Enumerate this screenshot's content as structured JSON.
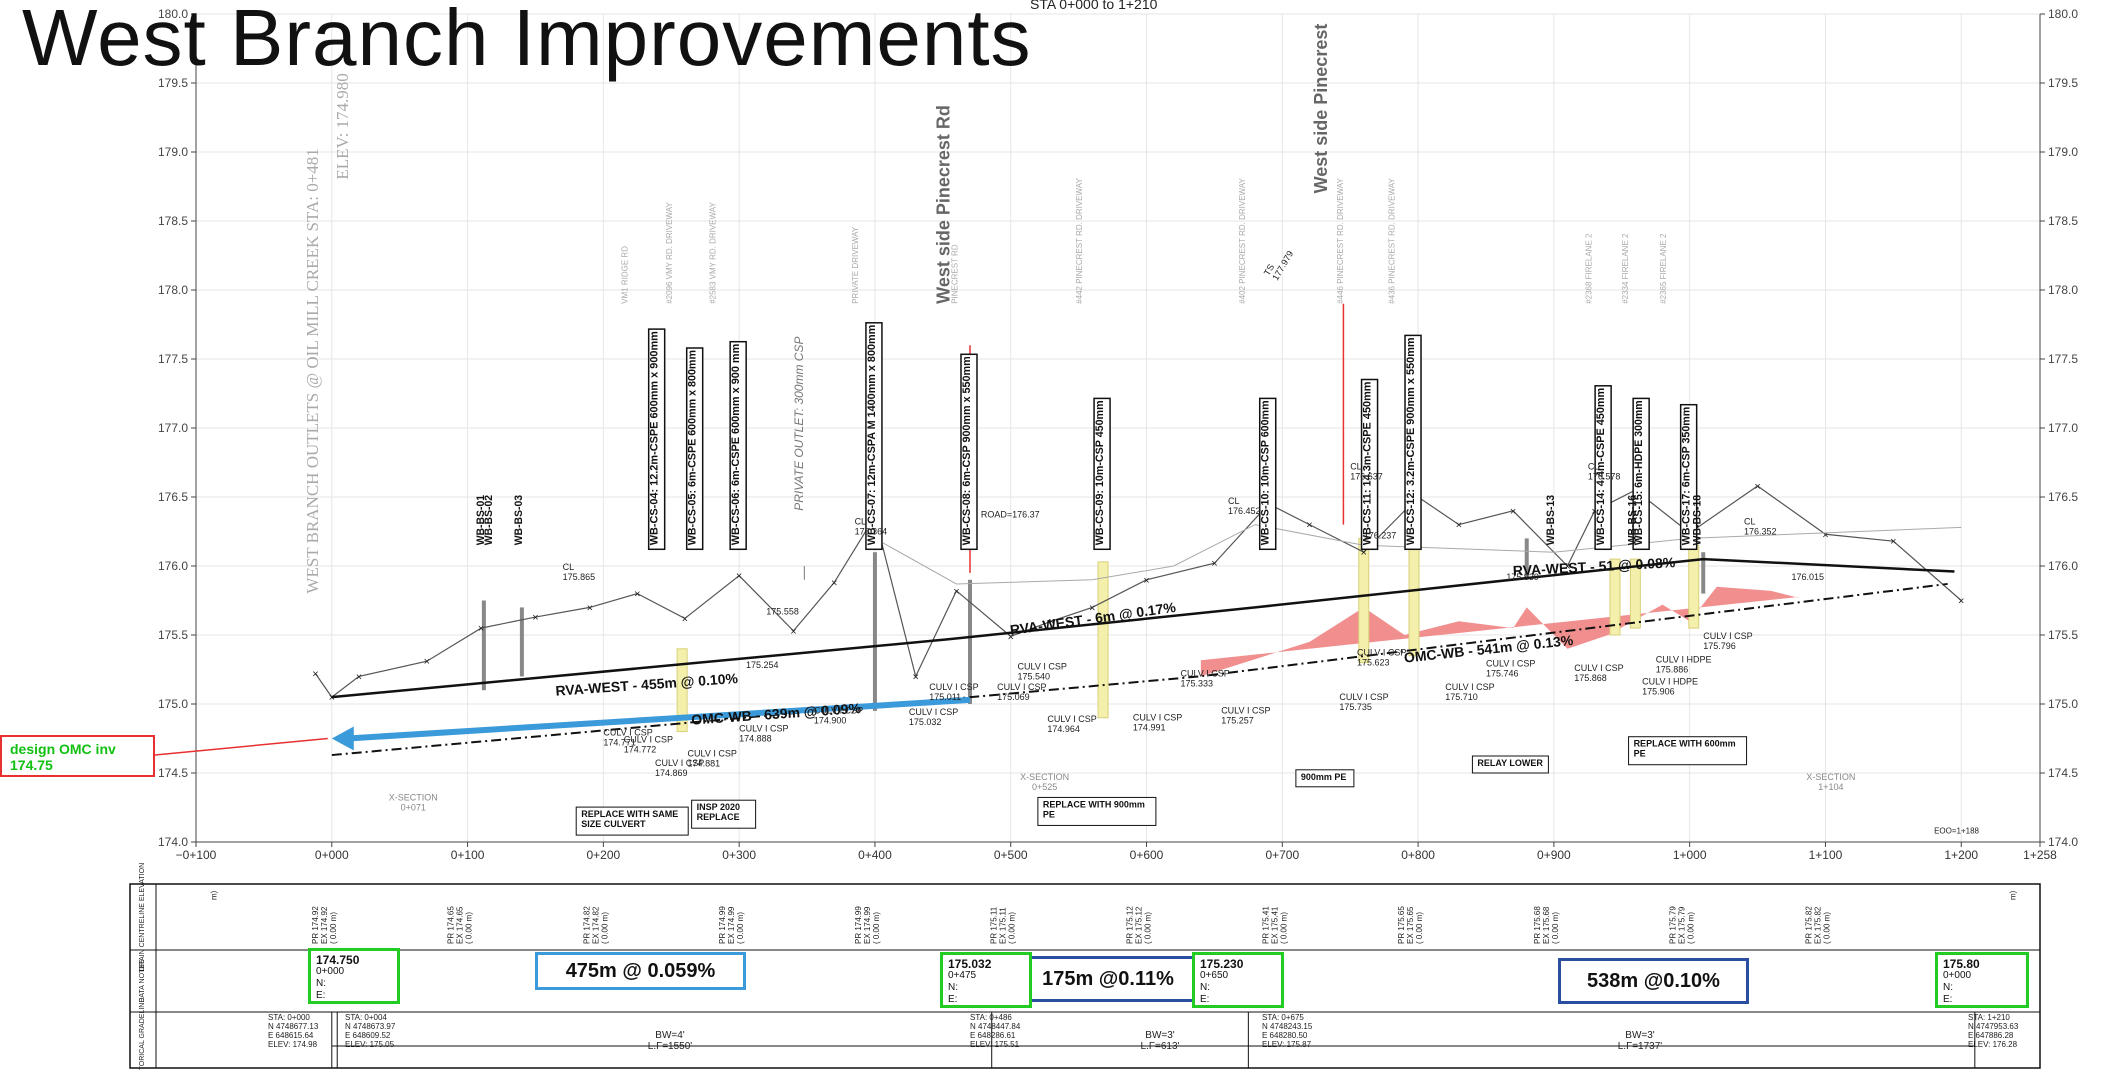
{
  "title": "West Branch Improvements",
  "header_small": "STA 0+000 to 1+210",
  "chart_data": {
    "type": "profile",
    "y_ticks": [
      "180.0",
      "179.5",
      "179.0",
      "178.5",
      "178.0",
      "177.5",
      "177.0",
      "176.5",
      "176.0",
      "175.5",
      "175.0",
      "174.5",
      "174.0"
    ],
    "ylim": [
      174.0,
      180.0
    ],
    "x_ticks": [
      "−0+100",
      "0+000",
      "0+100",
      "0+200",
      "0+300",
      "0+400",
      "0+500",
      "0+600",
      "0+700",
      "0+800",
      "0+900",
      "1+000",
      "1+100",
      "1+200",
      "1+258"
    ],
    "xlim": [
      -100,
      1258
    ],
    "existing_ground": [
      [
        -12,
        175.22
      ],
      [
        0,
        175.05
      ],
      [
        20,
        175.2
      ],
      [
        70,
        175.31
      ],
      [
        110,
        175.55
      ],
      [
        150,
        175.63
      ],
      [
        190,
        175.7
      ],
      [
        225,
        175.8
      ],
      [
        260,
        175.62
      ],
      [
        300,
        175.93
      ],
      [
        340,
        175.53
      ],
      [
        370,
        175.88
      ],
      [
        400,
        176.36
      ],
      [
        430,
        175.2
      ],
      [
        460,
        175.82
      ],
      [
        500,
        175.49
      ],
      [
        530,
        175.6
      ],
      [
        560,
        175.7
      ],
      [
        600,
        175.9
      ],
      [
        650,
        176.02
      ],
      [
        690,
        176.45
      ],
      [
        720,
        176.3
      ],
      [
        760,
        176.1
      ],
      [
        800,
        176.5
      ],
      [
        830,
        176.3
      ],
      [
        870,
        176.4
      ],
      [
        910,
        176.0
      ],
      [
        930,
        176.4
      ],
      [
        960,
        176.55
      ],
      [
        1000,
        176.24
      ],
      [
        1050,
        176.58
      ],
      [
        1100,
        176.23
      ],
      [
        1150,
        176.18
      ],
      [
        1200,
        175.75
      ]
    ],
    "rva_west_line": [
      [
        0,
        175.05
      ],
      [
        455,
        175.47
      ],
      [
        680,
        175.7
      ],
      [
        1010,
        176.05
      ],
      [
        1195,
        175.96
      ]
    ],
    "omc_wb_line": [
      [
        0,
        174.63
      ],
      [
        639,
        175.2
      ],
      [
        1190,
        175.87
      ]
    ],
    "design_arrow": [
      [
        470,
        175.03
      ],
      [
        0,
        174.75
      ]
    ],
    "labels": {
      "rva_west_1": "RVA-WEST - 455m @ 0.10%",
      "rva_west_2": "RVA-WEST - 6m @ 0.17%",
      "rva_west_3": "RVA-WEST - 51 @ 0.08%",
      "omc_wb_1": "OMC-WB - 639m @ 0.09%",
      "omc_wb_2": "OMC-WB - 541m @ 0.13%",
      "road": "ROAD=176.37",
      "private_outlet": "PRIVATE OUTLET: 300mm CSP",
      "xsec1": "X-SECTION\n0+071",
      "xsec2": "X-SECTION\n0+525",
      "xsec3": "X-SECTION\n1+104",
      "eoo": "EOO=1+188"
    },
    "vertical_labels": [
      {
        "text": "WB-CS-04: 12.2m-CSPE 600mm x 900mm",
        "x": 240,
        "boxed": true
      },
      {
        "text": "WB-CS-05: 6m-CSPE 600mm x 800mm",
        "x": 268,
        "boxed": true
      },
      {
        "text": "WB-CS-06: 6m-CSPE 600mm x 900 mm",
        "x": 300,
        "boxed": true
      },
      {
        "text": "WB-CS-07: 12m-CSPA M 1400mm x 800mm",
        "x": 400,
        "boxed": true
      },
      {
        "text": "WB-CS-08: 6m-CSP 900mm x 550mm",
        "x": 470,
        "boxed": true
      },
      {
        "text": "WB-CS-09: 10m-CSP 450mm",
        "x": 568,
        "boxed": true
      },
      {
        "text": "WB-CS-10: 10m-CSP 600mm",
        "x": 690,
        "boxed": true
      },
      {
        "text": "WB-CS-11: 14.3m-CSPE 450mm",
        "x": 765,
        "boxed": true
      },
      {
        "text": "WB-CS-12: 3.2m-CSPE 900mm x 550mm",
        "x": 797,
        "boxed": true
      },
      {
        "text": "WB-CS-14: 4.4m-CSPE 450mm",
        "x": 937,
        "boxed": true
      },
      {
        "text": "WB-CS-15: 6m-HDPE 300mm",
        "x": 965,
        "boxed": true
      },
      {
        "text": "WB-CS-17: 6m-CSP 350mm",
        "x": 1000,
        "boxed": true
      },
      {
        "text": "WB-BS-01",
        "x": 112,
        "boxed": false
      },
      {
        "text": "WB-BS-02",
        "x": 118,
        "boxed": false
      },
      {
        "text": "WB-BS-03",
        "x": 140,
        "boxed": false
      },
      {
        "text": "WB-BS-13",
        "x": 900,
        "boxed": false
      },
      {
        "text": "WB-BS-16",
        "x": 960,
        "boxed": false
      },
      {
        "text": "WB-BS-18",
        "x": 1008,
        "boxed": false
      }
    ],
    "culv_labels": [
      {
        "text": "CULV I CSP\n174.771",
        "x": 200,
        "y": 174.77
      },
      {
        "text": "CULV I CSP\n174.772",
        "x": 215,
        "y": 174.72
      },
      {
        "text": "CULV I CSP\n174.869",
        "x": 238,
        "y": 174.55
      },
      {
        "text": "CULV I CSP\n174.881",
        "x": 262,
        "y": 174.62
      },
      {
        "text": "CULV I CSP\n174.888",
        "x": 300,
        "y": 174.8
      },
      {
        "text": "CULV I CSP\n174.900",
        "x": 355,
        "y": 174.93
      },
      {
        "text": "CULV I CSP\n175.032",
        "x": 425,
        "y": 174.92
      },
      {
        "text": "CULV I CSP\n175.011",
        "x": 440,
        "y": 175.1
      },
      {
        "text": "CULV I CSP\n175.069",
        "x": 490,
        "y": 175.1
      },
      {
        "text": "CULV I CSP\n174.964",
        "x": 527,
        "y": 174.87
      },
      {
        "text": "CULV I CSP\n174.991",
        "x": 590,
        "y": 174.88
      },
      {
        "text": "CULV I CSP\n175.257",
        "x": 655,
        "y": 174.93
      },
      {
        "text": "CULV I CSP\n175.333",
        "x": 625,
        "y": 175.2
      },
      {
        "text": "CULV I CSP\n175.735",
        "x": 742,
        "y": 175.03
      },
      {
        "text": "CULV I CSP\n175.623",
        "x": 755,
        "y": 175.35
      },
      {
        "text": "CULV I CSP\n175.746",
        "x": 850,
        "y": 175.27
      },
      {
        "text": "CULV I CSP\n175.710",
        "x": 820,
        "y": 175.1
      },
      {
        "text": "CULV I CSP\n175.868",
        "x": 915,
        "y": 175.24
      },
      {
        "text": "CULV I HDPE\n175.886",
        "x": 975,
        "y": 175.3
      },
      {
        "text": "CULV I HDPE\n175.906",
        "x": 965,
        "y": 175.14
      },
      {
        "text": "CULV I CSP\n175.796",
        "x": 1010,
        "y": 175.47
      },
      {
        "text": "CULV I CSP\n175.540",
        "x": 505,
        "y": 175.25
      }
    ],
    "cl_labels": [
      {
        "text": "CL\n175.865",
        "x": 170,
        "y": 175.97
      },
      {
        "text": "CL\n176.364",
        "x": 385,
        "y": 176.3
      },
      {
        "text": "CL\n176.452",
        "x": 660,
        "y": 176.45
      },
      {
        "text": "CL\n176.637",
        "x": 750,
        "y": 176.7
      },
      {
        "text": "CL\n176.578",
        "x": 925,
        "y": 176.7
      },
      {
        "text": "CL\n176.352",
        "x": 1040,
        "y": 176.3
      },
      {
        "text": "175.558",
        "x": 320,
        "y": 175.65
      },
      {
        "text": "175.254",
        "x": 305,
        "y": 175.26
      },
      {
        "text": "176.237",
        "x": 760,
        "y": 176.2
      },
      {
        "text": "175.939",
        "x": 865,
        "y": 175.9
      },
      {
        "text": "176.015",
        "x": 1075,
        "y": 175.9
      }
    ],
    "callouts": [
      {
        "text": "REPLACE WITH SAME\nSIZE CULVERT",
        "x": 180,
        "y": 174.05
      },
      {
        "text": "INSP 2020\nREPLACE",
        "x": 265,
        "y": 174.1
      },
      {
        "text": "REPLACE WITH 900mm\nPE",
        "x": 520,
        "y": 174.12
      },
      {
        "text": "900mm PE",
        "x": 710,
        "y": 174.4
      },
      {
        "text": "RELAY LOWER",
        "x": 840,
        "y": 174.5
      },
      {
        "text": "REPLACE WITH 600mm\nPE",
        "x": 955,
        "y": 174.56
      }
    ],
    "outlet_text": {
      "line1": "WEST BRANCH OUTLETS @ OIL MILL CREEK STA: 0+481",
      "line2": "ELEV: 174.980"
    },
    "driveway_labels": [
      {
        "text": "VM1 RIDGE RD",
        "x": 225
      },
      {
        "text": "#2096 VMY RD. DRIVEWAY",
        "x": 258
      },
      {
        "text": "#2583 VMY RD. DRIVEWAY",
        "x": 290
      },
      {
        "text": "PRIVATE DRIVEWAY",
        "x": 395
      },
      {
        "text": "PINECREST RD",
        "x": 468
      },
      {
        "text": "#442 PINECREST RD. DRIVEWAY",
        "x": 560
      },
      {
        "text": "#402 PINECREST RD. DRIVEWAY",
        "x": 680
      },
      {
        "text": "#446 PINECREST RD. DRIVEWAY",
        "x": 752
      },
      {
        "text": "#436 PINECREST RD. DRIVEWAY",
        "x": 790
      },
      {
        "text": "#2368 FIRELANE 2",
        "x": 935
      },
      {
        "text": "#2334 FIRELANE 2",
        "x": 962
      },
      {
        "text": "#2365 FIRELANE 2",
        "x": 990
      }
    ],
    "west_side_label_1": "West side Pinecrest Rd",
    "west_side_label_2": "West side Pinecrest",
    "ts_label": "TS\n177.979"
  },
  "design_box": {
    "line1": "design OMC inv",
    "line2": "174.75"
  },
  "table": {
    "row_labels": [
      "DRAIN CENTRELINE ELEVATION",
      "DATA NOTES",
      "HISTORICAL GRADELINE"
    ],
    "elev_cells": [
      {
        "pr": "PR 174.92",
        "ex": "EX 174.92",
        "paren": "( 0.00 m)"
      },
      {
        "pr": "PR 174.65",
        "ex": "EX 174.65",
        "paren": "( 0.00 m)"
      },
      {
        "pr": "PR 174.82",
        "ex": "EX 174.82",
        "paren": "( 0.00 m)"
      },
      {
        "pr": "PR 174.99",
        "ex": "EX 174.99",
        "paren": "( 0.00 m)"
      },
      {
        "pr": "PR 174.99",
        "ex": "EX 174.99",
        "paren": "( 0.00 m)"
      },
      {
        "pr": "PR 175.11",
        "ex": "EX 175.11",
        "paren": "( 0.00 m)"
      },
      {
        "pr": "PR 175.12",
        "ex": "EX 175.12",
        "paren": "( 0.00 m)"
      },
      {
        "pr": "PR 175.41",
        "ex": "EX 175.41",
        "paren": "( 0.00 m)"
      },
      {
        "pr": "PR 175.65",
        "ex": "EX 175.65",
        "paren": "( 0.00 m)"
      },
      {
        "pr": "PR 175.68",
        "ex": "EX 175.68",
        "paren": "( 0.00 m)"
      },
      {
        "pr": "PR 175.79",
        "ex": "EX 175.79",
        "paren": "( 0.00 m)"
      },
      {
        "pr": "PR 175.82",
        "ex": "EX 175.82",
        "paren": "( 0.00 m)"
      }
    ],
    "slope_notes": [
      {
        "text": "475m @ 0.059%",
        "style": "light"
      },
      {
        "text": "175m @0.11%",
        "style": "dark"
      },
      {
        "text": "538m @0.10%",
        "style": "dark"
      }
    ],
    "green_notes": [
      {
        "value": "174.750",
        "sta": "0+000",
        "n": "N:",
        "e": "E:"
      },
      {
        "value": "175.032",
        "sta": "0+475",
        "n": "N:",
        "e": "E:"
      },
      {
        "value": "175.230",
        "sta": "0+650",
        "n": "N:",
        "e": "E:"
      },
      {
        "value": "175.80",
        "sta": "0+000",
        "n": "N:",
        "e": "E:"
      }
    ],
    "hist": [
      {
        "text": "STA: 0+000\nN 4748677.13\nE 648615.64\nELEV: 174.98"
      },
      {
        "text": "STA: 0+004\nN 4748673.97\nE 648609.52\nELEV: 175.05"
      },
      {
        "text": "STA: 0+486\nN 4748447.84\nE 648286.61\nELEV: 175.51"
      },
      {
        "text": "STA: 0+675\nN 4748243.15\nE 648280.50\nELEV: 175.87"
      },
      {
        "text": "STA: 1+210\nN 4747953.63\nE 647886.28\nELEV: 176.28"
      }
    ],
    "hist_mid": [
      {
        "bw": "BW=4'",
        "lf": "L.F=1550'"
      },
      {
        "bw": "BW=3'",
        "lf": "L.F=613'"
      },
      {
        "bw": "BW=3'",
        "lf": "L.F=1737'"
      }
    ]
  },
  "colors": {
    "arrow": "#3b9ad9",
    "fill": "#ef7b7b",
    "culvert": "#f4efaa",
    "green": "#22cc22",
    "red": "#e83030"
  }
}
